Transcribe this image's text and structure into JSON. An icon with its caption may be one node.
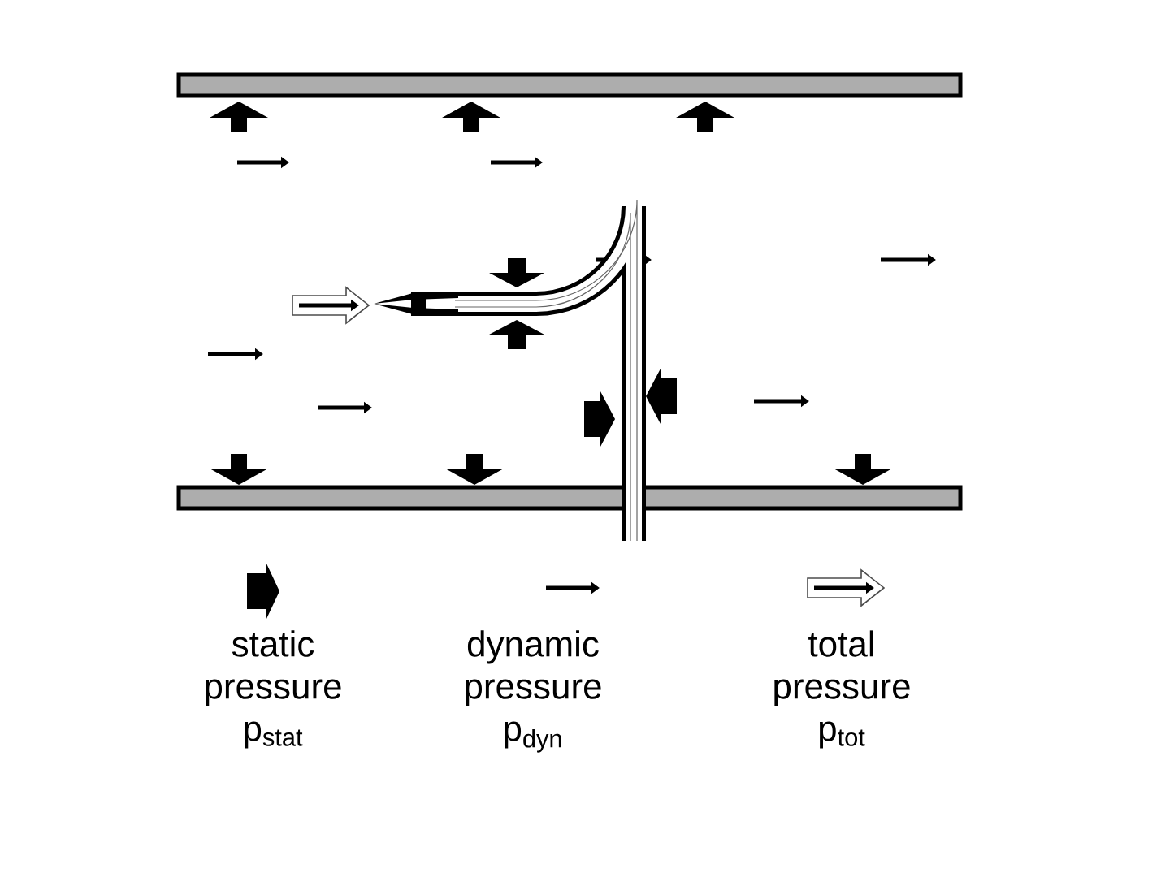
{
  "diagram": {
    "legend": [
      {
        "text": "static pressure p$_{stat}$"
      },
      {
        "text": "dynamic pressure p$_{dyn}$"
      },
      {
        "text": "total pressure p$_{tot}$"
      }
    ]
  }
}
